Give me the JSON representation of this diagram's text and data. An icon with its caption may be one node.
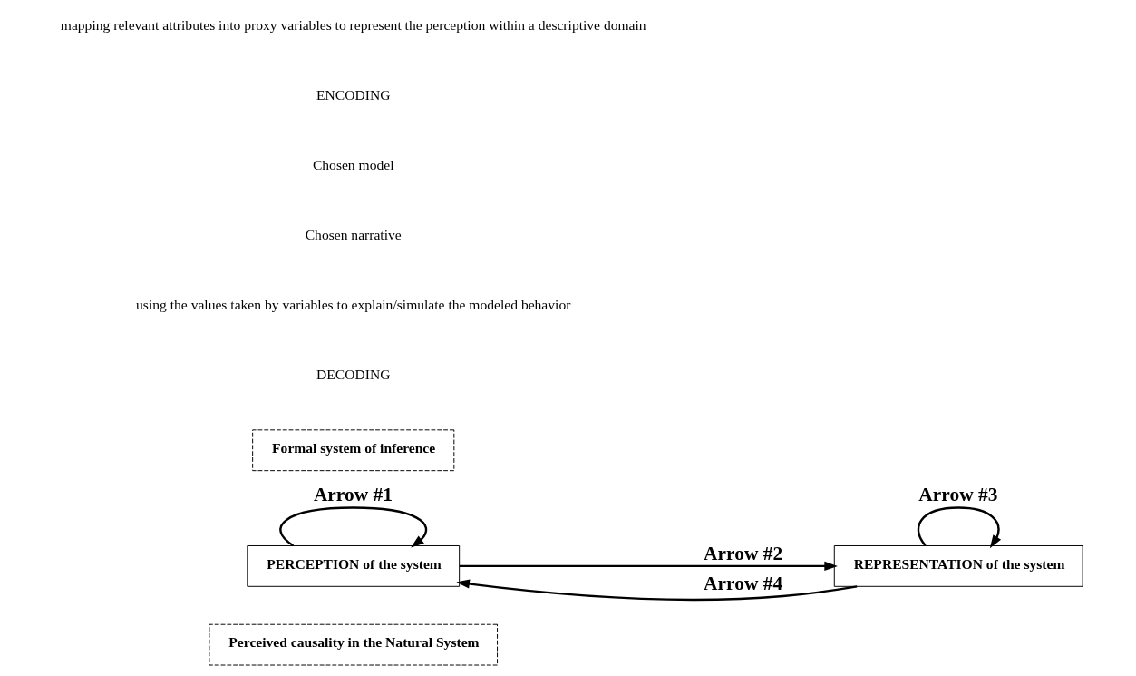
{
  "diagram": {
    "nodes": [
      {
        "text": [
          "Perceived causality in the Natural System"
        ]
      },
      {
        "text": [
          "PERCEPTION of the system"
        ]
      },
      {
        "text": [
          "Formal system of inference"
        ]
      },
      {
        "text": [
          "REPRESENTATION of the system"
        ]
      }
    ],
    "edges": [
      {
        "from": 1,
        "to": 1,
        "arrow": "to",
        "label": "Arrow #1"
      },
      {
        "from": 1,
        "to": 3,
        "arrow": "to",
        "label": "Arrow #2"
      },
      {
        "from": 3,
        "to": 3,
        "arrow": "to",
        "label": "Arrow #3"
      },
      {
        "from": 3,
        "to": 1,
        "arrow": "to",
        "label": "Arrow #4"
      }
    ],
    "labels": [
      "DECODING",
      "using the values taken by variables to explain/simulate the modeled behavior",
      "Chosen narrative",
      "Chosen model",
      "ENCODING",
      "mapping relevant attributes into proxy variables to represent the perception within a descriptive domain"
    ]
  }
}
